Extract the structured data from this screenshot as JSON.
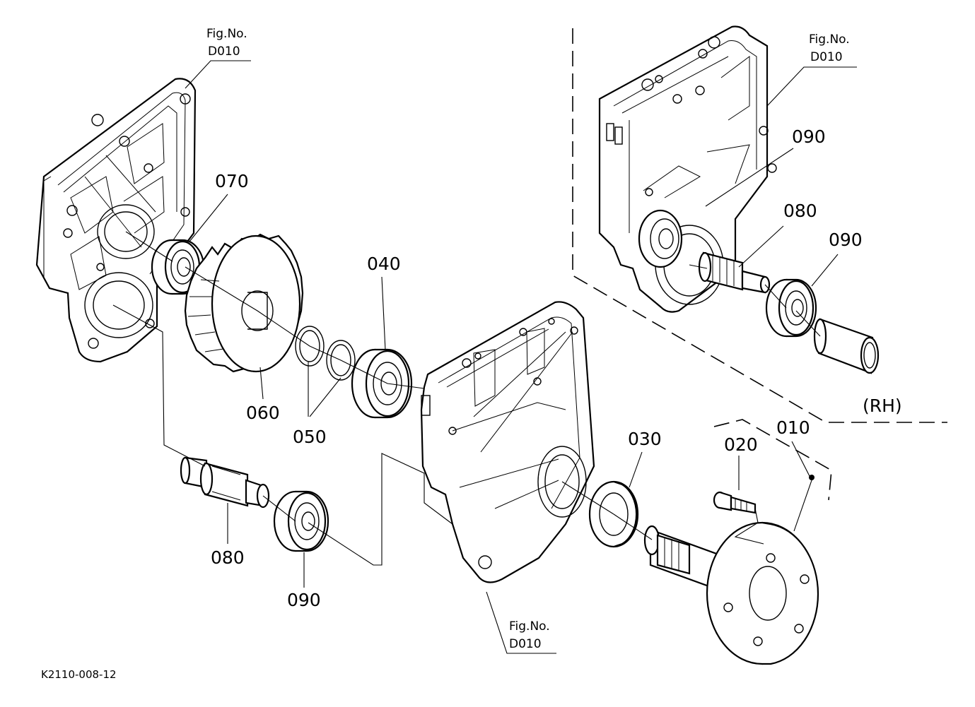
{
  "figure_refs": [
    {
      "line1": "Fig.No.",
      "line2": "D010"
    },
    {
      "line1": "Fig.No.",
      "line2": "D010"
    },
    {
      "line1": "Fig.No.",
      "line2": "D010"
    }
  ],
  "part_labels": {
    "p010": "010",
    "p020": "020",
    "p030": "030",
    "p040": "040",
    "p050": "050",
    "p060": "060",
    "p070": "070",
    "p080_left": "080",
    "p090_left": "090",
    "p080_right": "080",
    "p090_right_upper": "090",
    "p090_right_lower": "090"
  },
  "side_label": "(RH)",
  "drawing_code": "K2110-008-12"
}
